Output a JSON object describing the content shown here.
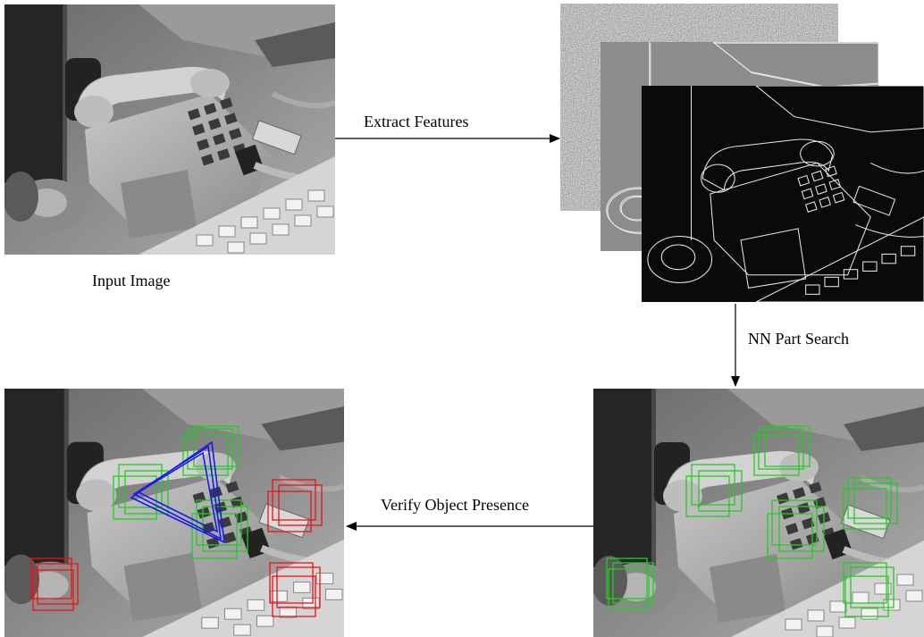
{
  "labels": {
    "input_image": "Input Image",
    "extract_features": "Extract Features",
    "nn_part_search": "NN Part Search",
    "verify_object_presence": "Verify Object Presence"
  },
  "colors": {
    "green_box": "#22cc22",
    "red_box": "#ee1111",
    "blue_triangle": "#1a1ae6",
    "arrow": "#000000"
  },
  "icons": {
    "input": "grayscale-photo-telephone-keyboard",
    "feature_noise": "color-noise-feature-map",
    "feature_gradient": "gray-embossed-feature-map",
    "feature_edge": "edge-magnitude-feature-map",
    "detections": "photo-with-part-boxes",
    "verification": "photo-with-verified-parts-and-triangle"
  }
}
